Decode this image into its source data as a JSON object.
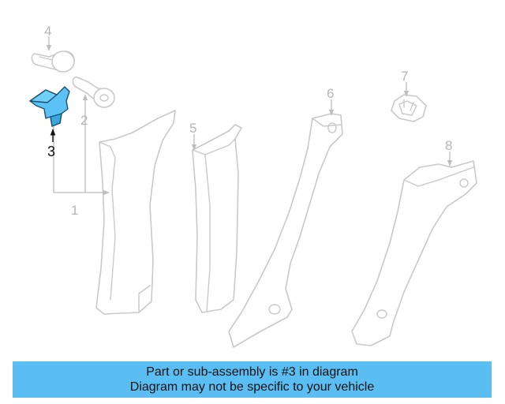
{
  "callouts": {
    "c1": "1",
    "c2": "2",
    "c3": "3",
    "c4": "4",
    "c5": "5",
    "c6": "6",
    "c7": "7",
    "c8": "8"
  },
  "highlight_color": "#5bc2f5",
  "banner": {
    "line1": "Part or sub-assembly is #3 in diagram",
    "line2": "Diagram may not be specific to your vehicle",
    "color": "#5bbef2"
  }
}
